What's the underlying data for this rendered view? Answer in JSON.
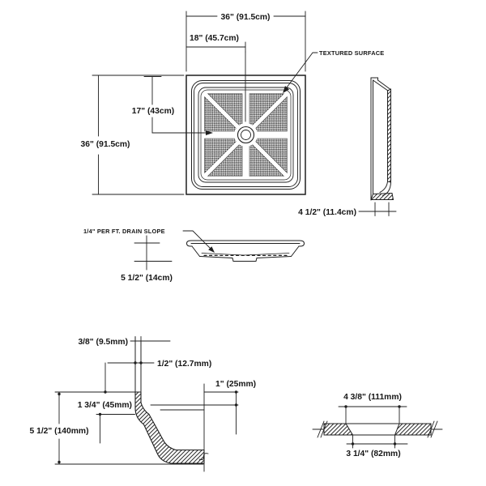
{
  "plan": {
    "dim_overall_width": "36\" (91.5cm)",
    "dim_drain_offset_x": "18\" (45.7cm)",
    "dim_drain_offset_y": "17\" (43cm)",
    "dim_overall_depth": "36\" (91.5cm)",
    "textured_surface_label": "TEXTURED SURFACE"
  },
  "side": {
    "dim_depth": "4 1/2\" (11.4cm)"
  },
  "section": {
    "drain_slope_label": "1/4\" PER FT. DRAIN SLOPE",
    "dim_height": "5 1/2\" (14cm)"
  },
  "edge_detail": {
    "dim_flange": "3/8\" (9.5mm)",
    "dim_wall": "1/2\" (12.7mm)",
    "dim_lip": "1\" (25mm)",
    "dim_step": "1 3/4\" (45mm)",
    "dim_height": "5 1/2\" (140mm)"
  },
  "drain_detail": {
    "dim_top": "4 3/8\" (111mm)",
    "dim_bottom": "3 1/4\" (82mm)"
  },
  "colors": {
    "line": "#1f1f1f",
    "bg": "#ffffff"
  }
}
